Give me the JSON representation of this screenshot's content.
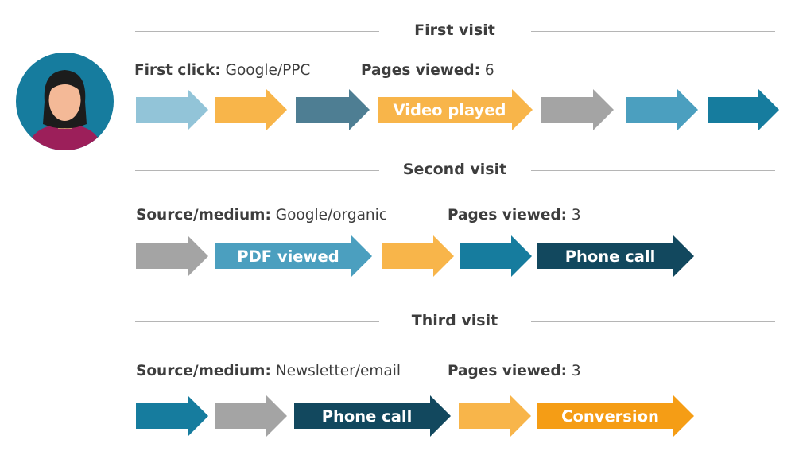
{
  "colors": {
    "light_blue": "#92c4d8",
    "orange": "#f8b54a",
    "slate": "#4e7e93",
    "gray": "#a4a4a4",
    "mid_blue": "#4b9fbf",
    "teal": "#167c9e",
    "dark_navy": "#12485e",
    "bright_orange": "#f59d15",
    "rule": "#b5b5b5"
  },
  "avatar": {
    "icon": "user-avatar-icon"
  },
  "visits": [
    {
      "title": "First visit",
      "info": [
        {
          "label": "First click:",
          "value": "Google/PPC"
        },
        {
          "label": "Pages viewed:",
          "value": "6"
        }
      ],
      "steps": [
        {
          "color": "light_blue",
          "label": ""
        },
        {
          "color": "orange",
          "label": ""
        },
        {
          "color": "slate",
          "label": ""
        },
        {
          "color": "orange",
          "label": "Video played"
        },
        {
          "color": "gray",
          "label": ""
        },
        {
          "color": "mid_blue",
          "label": ""
        },
        {
          "color": "teal",
          "label": ""
        }
      ]
    },
    {
      "title": "Second visit",
      "info": [
        {
          "label": "Source/medium:",
          "value": "Google/organic"
        },
        {
          "label": "Pages viewed:",
          "value": "3"
        }
      ],
      "steps": [
        {
          "color": "gray",
          "label": ""
        },
        {
          "color": "mid_blue",
          "label": "PDF viewed"
        },
        {
          "color": "orange",
          "label": ""
        },
        {
          "color": "teal",
          "label": ""
        },
        {
          "color": "dark_navy",
          "label": "Phone call"
        }
      ]
    },
    {
      "title": "Third visit",
      "info": [
        {
          "label": "Source/medium:",
          "value": "Newsletter/email"
        },
        {
          "label": "Pages viewed:",
          "value": "3"
        }
      ],
      "steps": [
        {
          "color": "teal",
          "label": ""
        },
        {
          "color": "gray",
          "label": ""
        },
        {
          "color": "dark_navy",
          "label": "Phone call"
        },
        {
          "color": "orange",
          "label": ""
        },
        {
          "color": "bright_orange",
          "label": "Conversion"
        }
      ]
    }
  ]
}
